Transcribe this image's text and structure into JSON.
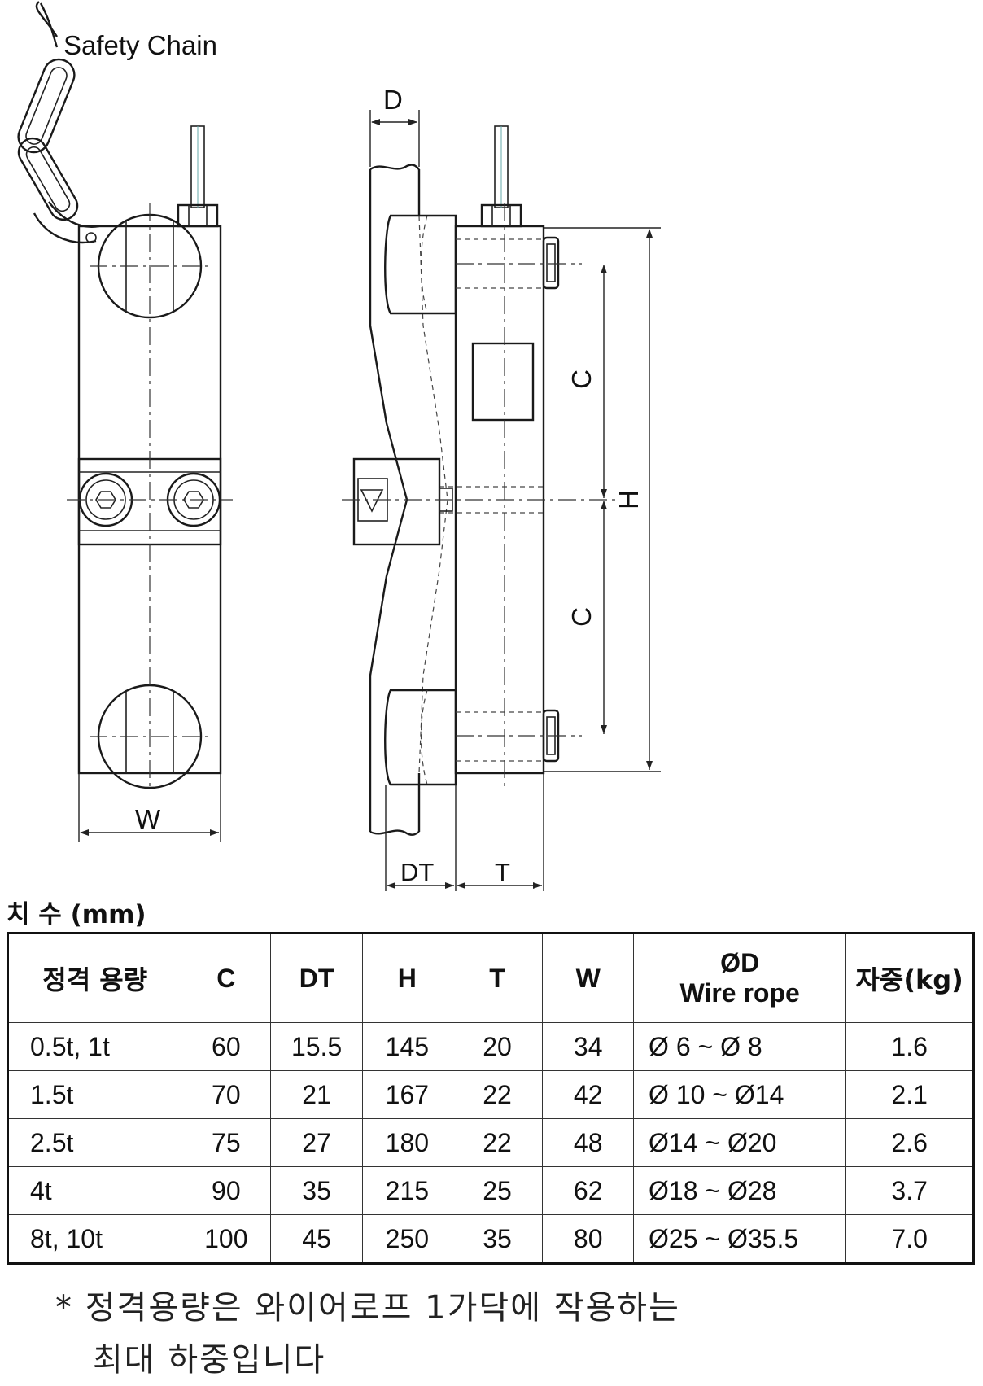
{
  "drawing": {
    "labels": {
      "safety_chain": "Safety Chain",
      "d": "D",
      "c_upper": "C",
      "c_lower": "C",
      "h": "H",
      "w": "W",
      "dt": "DT",
      "t": "T"
    }
  },
  "table": {
    "title": "치 수 (mm)",
    "headers": {
      "rated_capacity": "정격 용량",
      "c": "C",
      "dt": "DT",
      "h": "H",
      "t": "T",
      "w": "W",
      "od_line1": "ØD",
      "od_line2": "Wire rope",
      "weight": "자중(kg)"
    },
    "rows": [
      {
        "capacity": "0.5t, 1t",
        "c": "60",
        "dt": "15.5",
        "h": "145",
        "t": "20",
        "w": "34",
        "rope": "Ø 6 ~ Ø 8",
        "weight": "1.6"
      },
      {
        "capacity": "1.5t",
        "c": "70",
        "dt": "21",
        "h": "167",
        "t": "22",
        "w": "42",
        "rope": "Ø 10 ~ Ø14",
        "weight": "2.1"
      },
      {
        "capacity": "2.5t",
        "c": "75",
        "dt": "27",
        "h": "180",
        "t": "22",
        "w": "48",
        "rope": "Ø14 ~ Ø20",
        "weight": "2.6"
      },
      {
        "capacity": "4t",
        "c": "90",
        "dt": "35",
        "h": "215",
        "t": "25",
        "w": "62",
        "rope": "Ø18 ~ Ø28",
        "weight": "3.7"
      },
      {
        "capacity": "8t, 10t",
        "c": "100",
        "dt": "45",
        "h": "250",
        "t": "35",
        "w": "80",
        "rope": "Ø25 ~ Ø35.5",
        "weight": "7.0"
      }
    ]
  },
  "note": {
    "line1": "* 정격용량은 와이어로프 1가닥에 작용하는",
    "line2": "최대 하중입니다"
  }
}
